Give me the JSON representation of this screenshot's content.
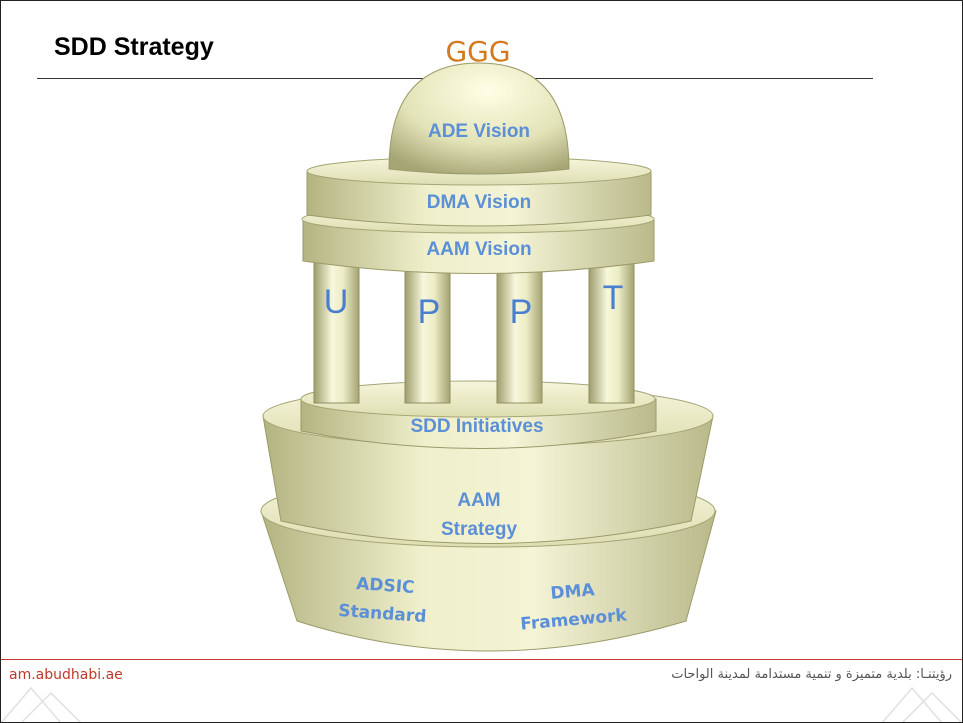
{
  "slide": {
    "title": "SDD Strategy"
  },
  "diagram": {
    "apex_label": "GGG",
    "dome_label": "ADE Vision",
    "ring_labels": [
      "DMA Vision",
      "AAM Vision"
    ],
    "pillars": [
      "U",
      "P",
      "P",
      "T"
    ],
    "base_layers": {
      "initiatives": "SDD Initiatives",
      "strategy_line1": "AAM",
      "strategy_line2": "Strategy",
      "left_line1": "ADSIC",
      "left_line2": "Standard",
      "right_line1": "DMA",
      "right_line2": "Framework"
    },
    "colors": {
      "stone_light": "#f1f1cf",
      "stone_dark": "#bcbc8a",
      "label_blue": "#5b8fd6",
      "apex_orange": "#d4791c"
    }
  },
  "footer": {
    "website": "am.abudhabi.ae",
    "motto": "رؤيتنـا: بلدية متميزة و تنمية مستدامة لمدينة الواحات"
  }
}
